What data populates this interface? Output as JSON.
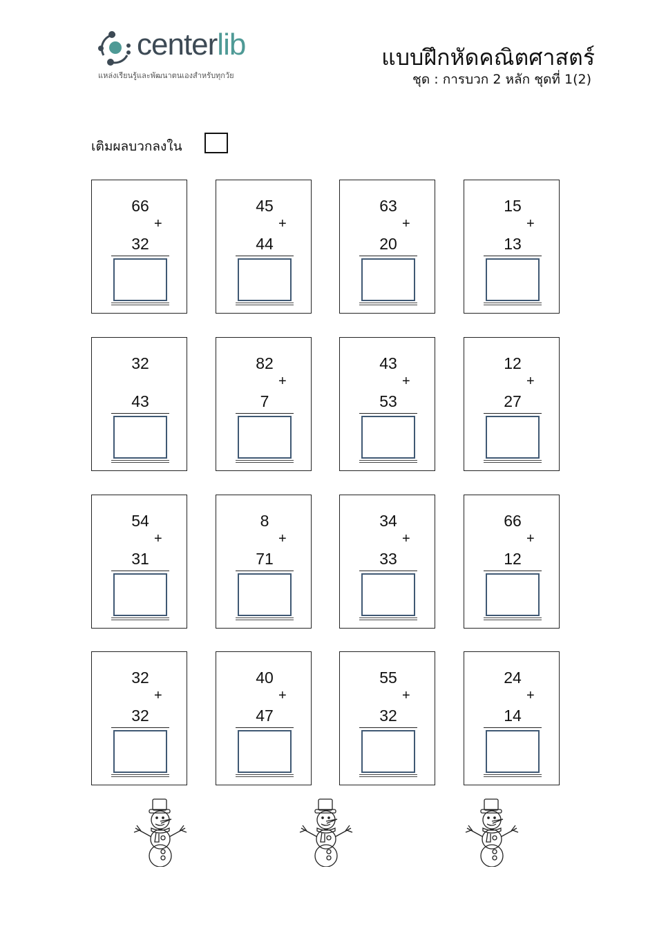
{
  "logo": {
    "word_a": "center",
    "word_b": "lib",
    "tagline": "แหล่งเรียนรู้และพัฒนาตนเองสำหรับทุกวัย"
  },
  "header": {
    "title": "แบบฝึกหัดคณิตศาสตร์",
    "subtitle": "ชุด : การบวก 2 หลัก ชุดที่ 1(2)"
  },
  "instruction": "เติมผลบวกลงใน",
  "problems": [
    {
      "a": "66",
      "b": "32",
      "op": "+"
    },
    {
      "a": "45",
      "b": "44",
      "op": "+"
    },
    {
      "a": "63",
      "b": "20",
      "op": "+"
    },
    {
      "a": "15",
      "b": "13",
      "op": "+"
    },
    {
      "a": "32",
      "b": "43",
      "op": ""
    },
    {
      "a": "82",
      "b": "7",
      "op": "+"
    },
    {
      "a": "43",
      "b": "53",
      "op": "+"
    },
    {
      "a": "12",
      "b": "27",
      "op": "+"
    },
    {
      "a": "54",
      "b": "31",
      "op": "+"
    },
    {
      "a": "8",
      "b": "71",
      "op": "+"
    },
    {
      "a": "34",
      "b": "33",
      "op": "+"
    },
    {
      "a": "66",
      "b": "12",
      "op": "+"
    },
    {
      "a": "32",
      "b": "32",
      "op": "+"
    },
    {
      "a": "40",
      "b": "47",
      "op": "+"
    },
    {
      "a": "55",
      "b": "32",
      "op": "+"
    },
    {
      "a": "24",
      "b": "14",
      "op": "+"
    }
  ],
  "colors": {
    "answer_box": "#3f5873",
    "logo_teal": "#4f9a96",
    "logo_dark": "#3d4a55"
  }
}
